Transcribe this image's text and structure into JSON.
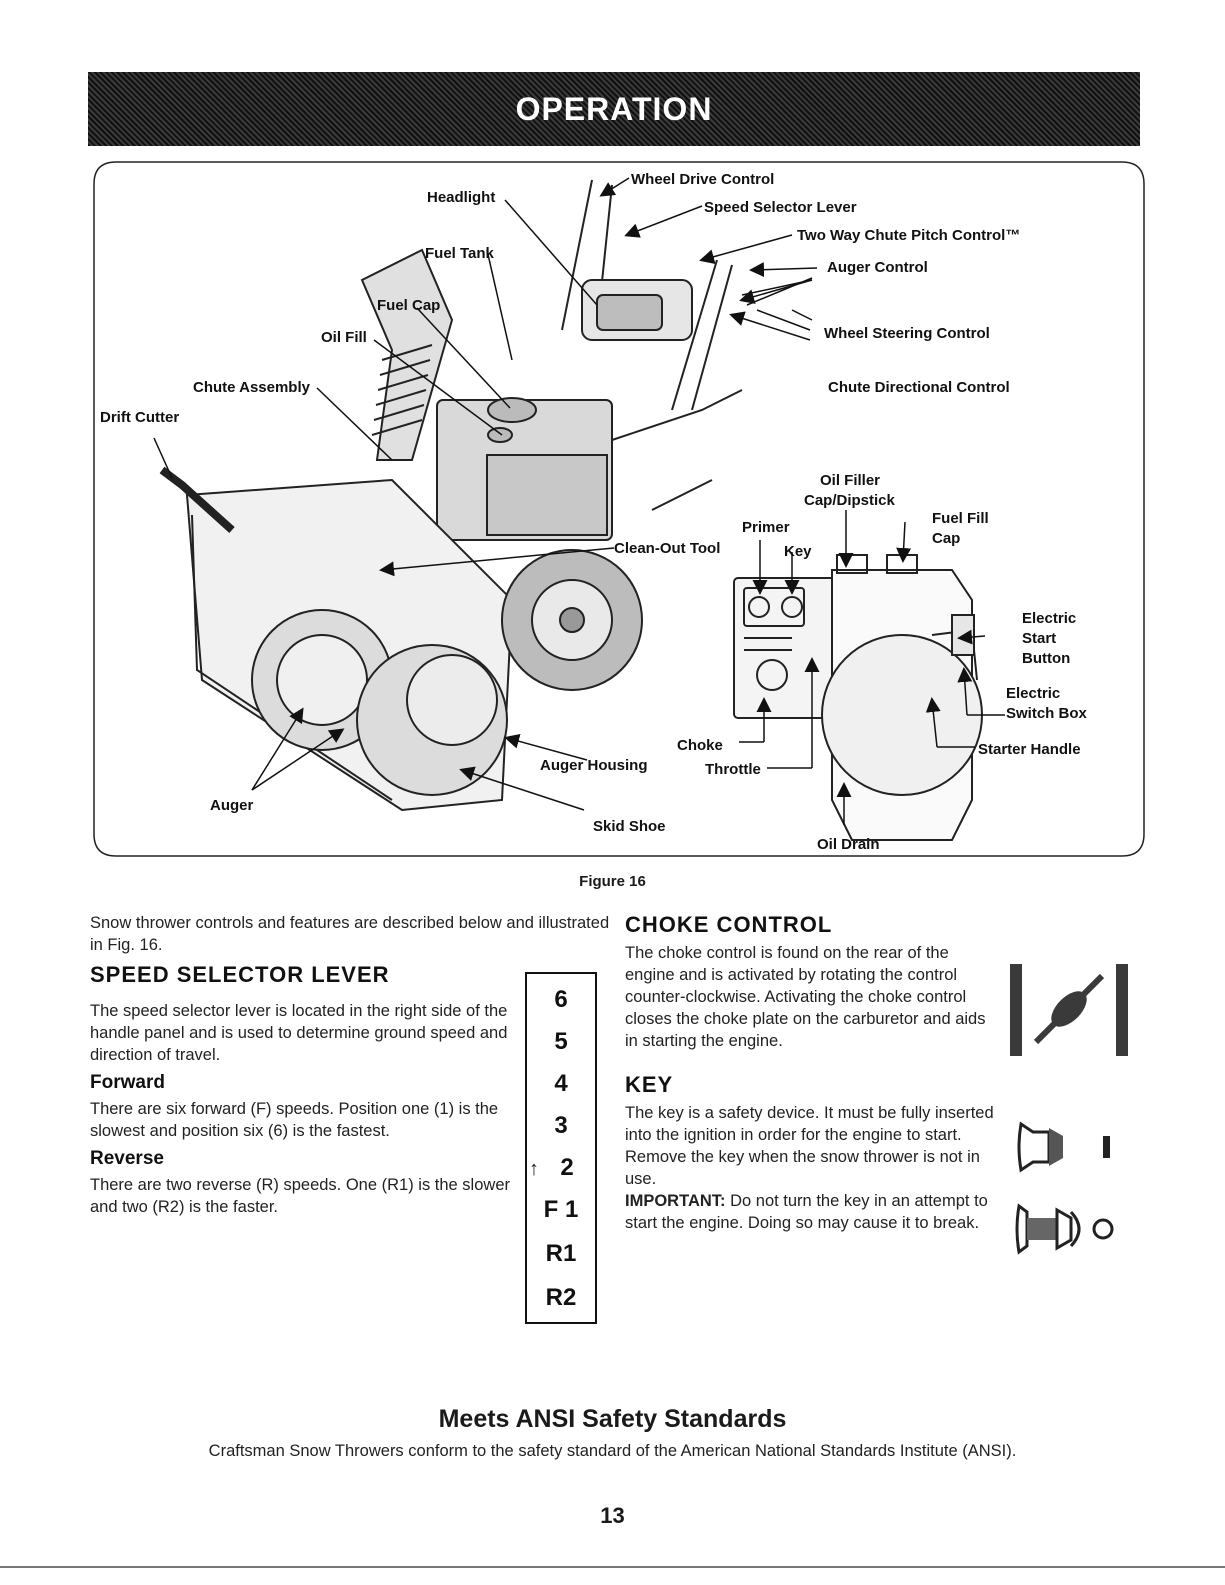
{
  "header": {
    "title": "OPERATION"
  },
  "figure": {
    "caption": "Figure 16",
    "labels": {
      "headlight": "Headlight",
      "wheel_drive_control": "Wheel Drive Control",
      "speed_selector_lever": "Speed Selector Lever",
      "two_way_chute_pitch": "Two Way Chute Pitch Control™",
      "fuel_tank": "Fuel Tank",
      "auger_control": "Auger Control",
      "fuel_cap": "Fuel Cap",
      "oil_fill": "Oil Fill",
      "wheel_steering_control": "Wheel Steering Control",
      "chute_assembly": "Chute Assembly",
      "chute_directional_control": "Chute Directional Control",
      "drift_cutter": "Drift Cutter",
      "oil_filler_line1": "Oil Filler",
      "oil_filler_line2": "Cap/Dipstick",
      "primer": "Primer",
      "fuel_fill_line1": "Fuel Fill",
      "fuel_fill_line2": "Cap",
      "clean_out_tool": "Clean-Out Tool",
      "key": "Key",
      "electric_start_line1": "Electric",
      "electric_start_line2": "Start",
      "electric_start_line3": "Button",
      "electric_switch_line1": "Electric",
      "electric_switch_line2": "Switch Box",
      "choke": "Choke",
      "starter_handle": "Starter Handle",
      "auger_housing": "Auger Housing",
      "throttle": "Throttle",
      "auger": "Auger",
      "skid_shoe": "Skid Shoe",
      "oil_drain": "Oil Drain"
    }
  },
  "left_column": {
    "intro": "Snow thrower controls and features are described below and illustrated in Fig. 16.",
    "speed_heading": "SPEED SELECTOR LEVER",
    "speed_text": "The speed selector lever is located in the right side of the handle panel and is used to determine ground speed and direction of travel.",
    "forward_heading": "Forward",
    "forward_text": "There are six forward (F) speeds. Position one (1) is the slowest and position six (6) is the fastest.",
    "reverse_heading": "Reverse",
    "reverse_text": "There are two reverse (R) speeds. One (R1) is the slower and two (R2) is the faster."
  },
  "speed_positions": [
    "6",
    "5",
    "4",
    "3",
    "2",
    "F 1",
    "R1",
    "R2"
  ],
  "right_column": {
    "choke_heading": "CHOKE CONTROL",
    "choke_text": "The choke control is found on the rear of the engine and is activated by rotating the control counter-clockwise. Activating the choke control closes the choke plate on the carburetor and aids in starting the engine.",
    "key_heading": "KEY",
    "key_text": "The key is a safety device. It must be fully inserted into the ignition in order for the engine to start. Remove the key when the snow thrower is not in use.",
    "important_label": "IMPORTANT:",
    "important_text": " Do not turn the key in an attempt to start the engine. Doing so may cause it to break."
  },
  "footer": {
    "title": "Meets ANSI Safety Standards",
    "text": "Craftsman Snow Throwers conform to the safety standard of the American National Standards Institute (ANSI).",
    "page_number": "13"
  }
}
